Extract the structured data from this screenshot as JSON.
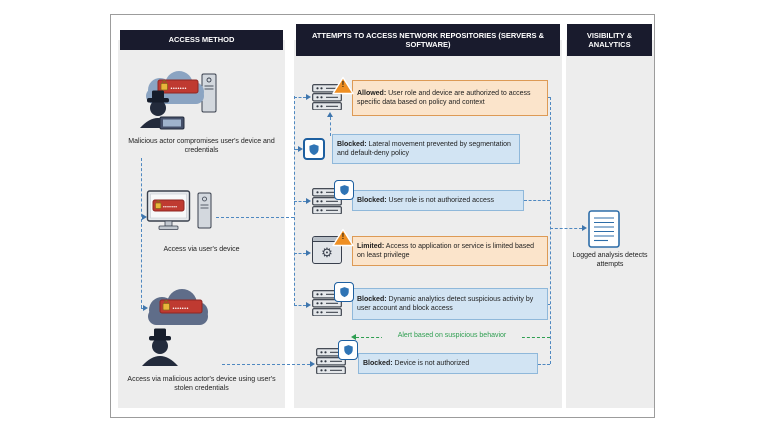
{
  "headers": {
    "access_method": "ACCESS METHOD",
    "attempts": "ATTEMPTS TO ACCESS NETWORK REPOSITORIES (SERVERS & SOFTWARE)",
    "visibility": "VISIBILITY & ANALYTICS"
  },
  "access_methods": [
    {
      "caption": "Malicious actor compromises user's device and credentials",
      "password_dots": "•••••••"
    },
    {
      "caption": "Access via user's device",
      "password_dots": "•••••••"
    },
    {
      "caption": "Access via malicious actor's device using user's stolen credentials",
      "password_dots": "•••••••"
    }
  ],
  "attempts": [
    {
      "label": "Allowed:",
      "text": "User role and device are authorized to access specific data based on policy and context"
    },
    {
      "label": "Blocked:",
      "text": "Lateral movement prevented by segmentation and default-deny policy"
    },
    {
      "label": "Blocked:",
      "text": "User role is not authorized access"
    },
    {
      "label": "Limited:",
      "text": "Access to application or service is limited based on least privilege"
    },
    {
      "label": "Blocked:",
      "text": "Dynamic analytics detect suspicious activity by user account and block access"
    },
    {
      "label": "Blocked:",
      "text": "Device is not authorized"
    }
  ],
  "alert": {
    "text": "Alert based on suspicious behavior"
  },
  "visibility": {
    "caption": "Logged analysis detects attempts"
  },
  "icons": {
    "warning_glyph": "!",
    "gear_glyph": "⚙"
  },
  "colors": {
    "header_bg": "#191b2d",
    "panel_bg": "#ededed",
    "allowed_bg": "#fbe4cb",
    "allowed_border": "#dd9a55",
    "blocked_bg": "#d2e4f3",
    "blocked_border": "#8fb8da",
    "connector_blue": "#4f88c0",
    "alert_green": "#2e9e50",
    "credential_red": "#bf3a31"
  }
}
